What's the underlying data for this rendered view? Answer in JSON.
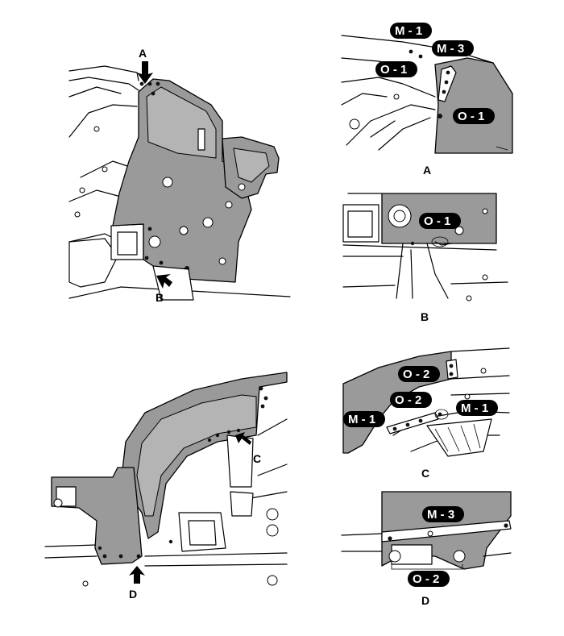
{
  "diagram": {
    "overview_top": {
      "arrow_a_label": "A",
      "arrow_b_label": "B"
    },
    "overview_bottom": {
      "arrow_c_label": "C",
      "arrow_d_label": "D"
    },
    "detail_a": {
      "caption": "A",
      "badges": {
        "m1": "M - 1",
        "m3": "M - 3",
        "o1_top": "O - 1",
        "o1_bottom": "O - 1"
      }
    },
    "detail_b": {
      "caption": "B",
      "badges": {
        "o1": "O - 1"
      }
    },
    "detail_c": {
      "caption": "C",
      "badges": {
        "o2_top": "O - 2",
        "o2_mid": "O - 2",
        "m1_left": "M - 1",
        "m1_right": "M - 1"
      }
    },
    "detail_d": {
      "caption": "D",
      "badges": {
        "m3": "M - 3",
        "o2": "O - 2"
      }
    }
  }
}
